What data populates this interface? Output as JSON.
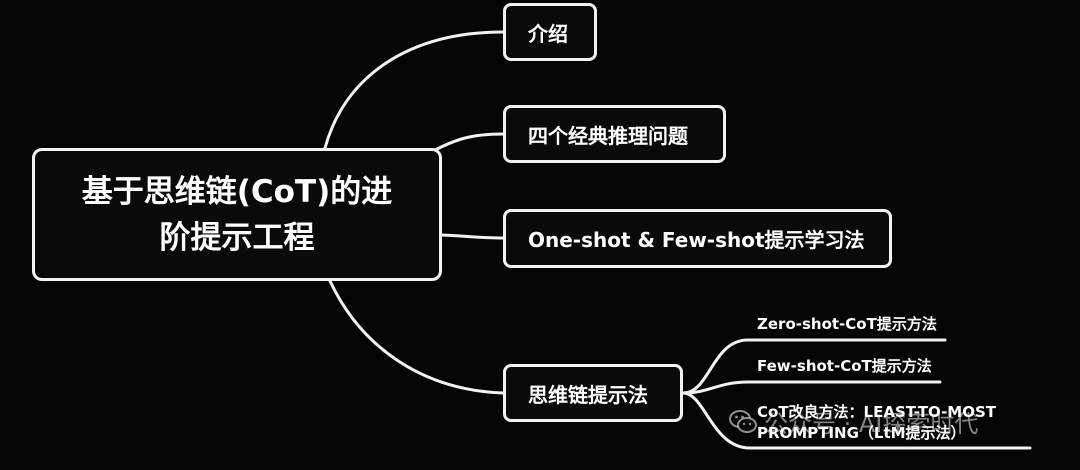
{
  "root": {
    "line1": "基于思维链(CoT)的进",
    "line2": "阶提示工程"
  },
  "branches": [
    {
      "label": "介绍"
    },
    {
      "label": "四个经典推理问题"
    },
    {
      "label": "One-shot & Few-shot提示学习法"
    },
    {
      "label": "思维链提示法"
    }
  ],
  "leaves": [
    {
      "label": "Zero-shot-CoT提示方法"
    },
    {
      "label": "Few-shot-CoT提示方法"
    },
    {
      "line1": "CoT改良方法：LEAST-TO-MOST",
      "line2": "PROMPTING（LtM提示法）"
    }
  ],
  "watermark": {
    "text": "公众号 · AI探索时代",
    "logo_icon": "wechat-logo-icon"
  },
  "colors": {
    "background": "#050505",
    "line": "#f2f2f2",
    "text": "#ffffff"
  }
}
